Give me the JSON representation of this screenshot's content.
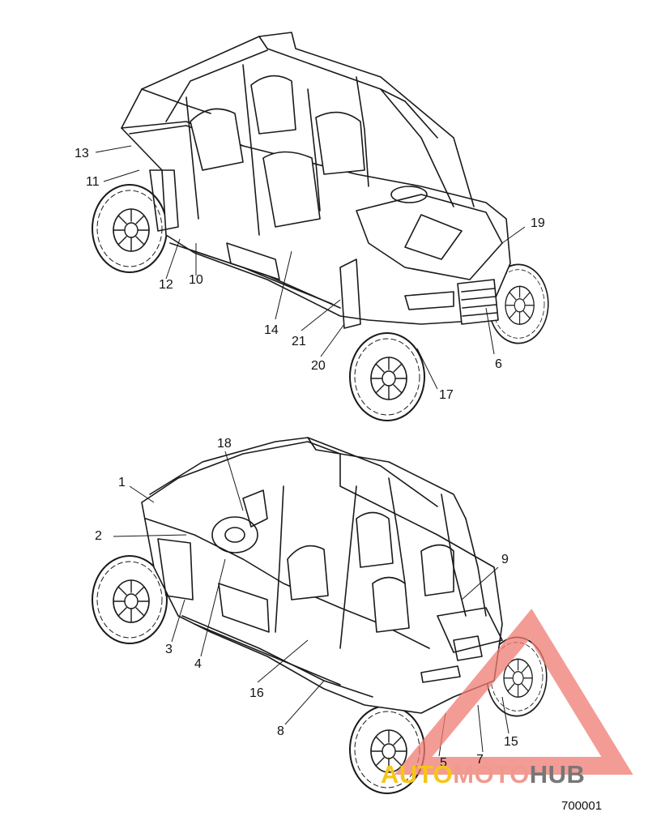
{
  "callouts_top": [
    "13",
    "11",
    "12",
    "10",
    "14",
    "21",
    "20",
    "17",
    "6",
    "19"
  ],
  "callouts_bottom": [
    "1",
    "2",
    "3",
    "4",
    "18",
    "16",
    "8",
    "5",
    "7",
    "15",
    "9"
  ],
  "reference_number": "700001",
  "watermark": {
    "part1": "AUTO",
    "part2": "MOTO",
    "part3": "HUB"
  },
  "colors": {
    "line": "#1a1a1a",
    "watermark_triangle": "#ef7b72",
    "watermark_yellow": "#f5c518",
    "watermark_gray": "#777777"
  }
}
